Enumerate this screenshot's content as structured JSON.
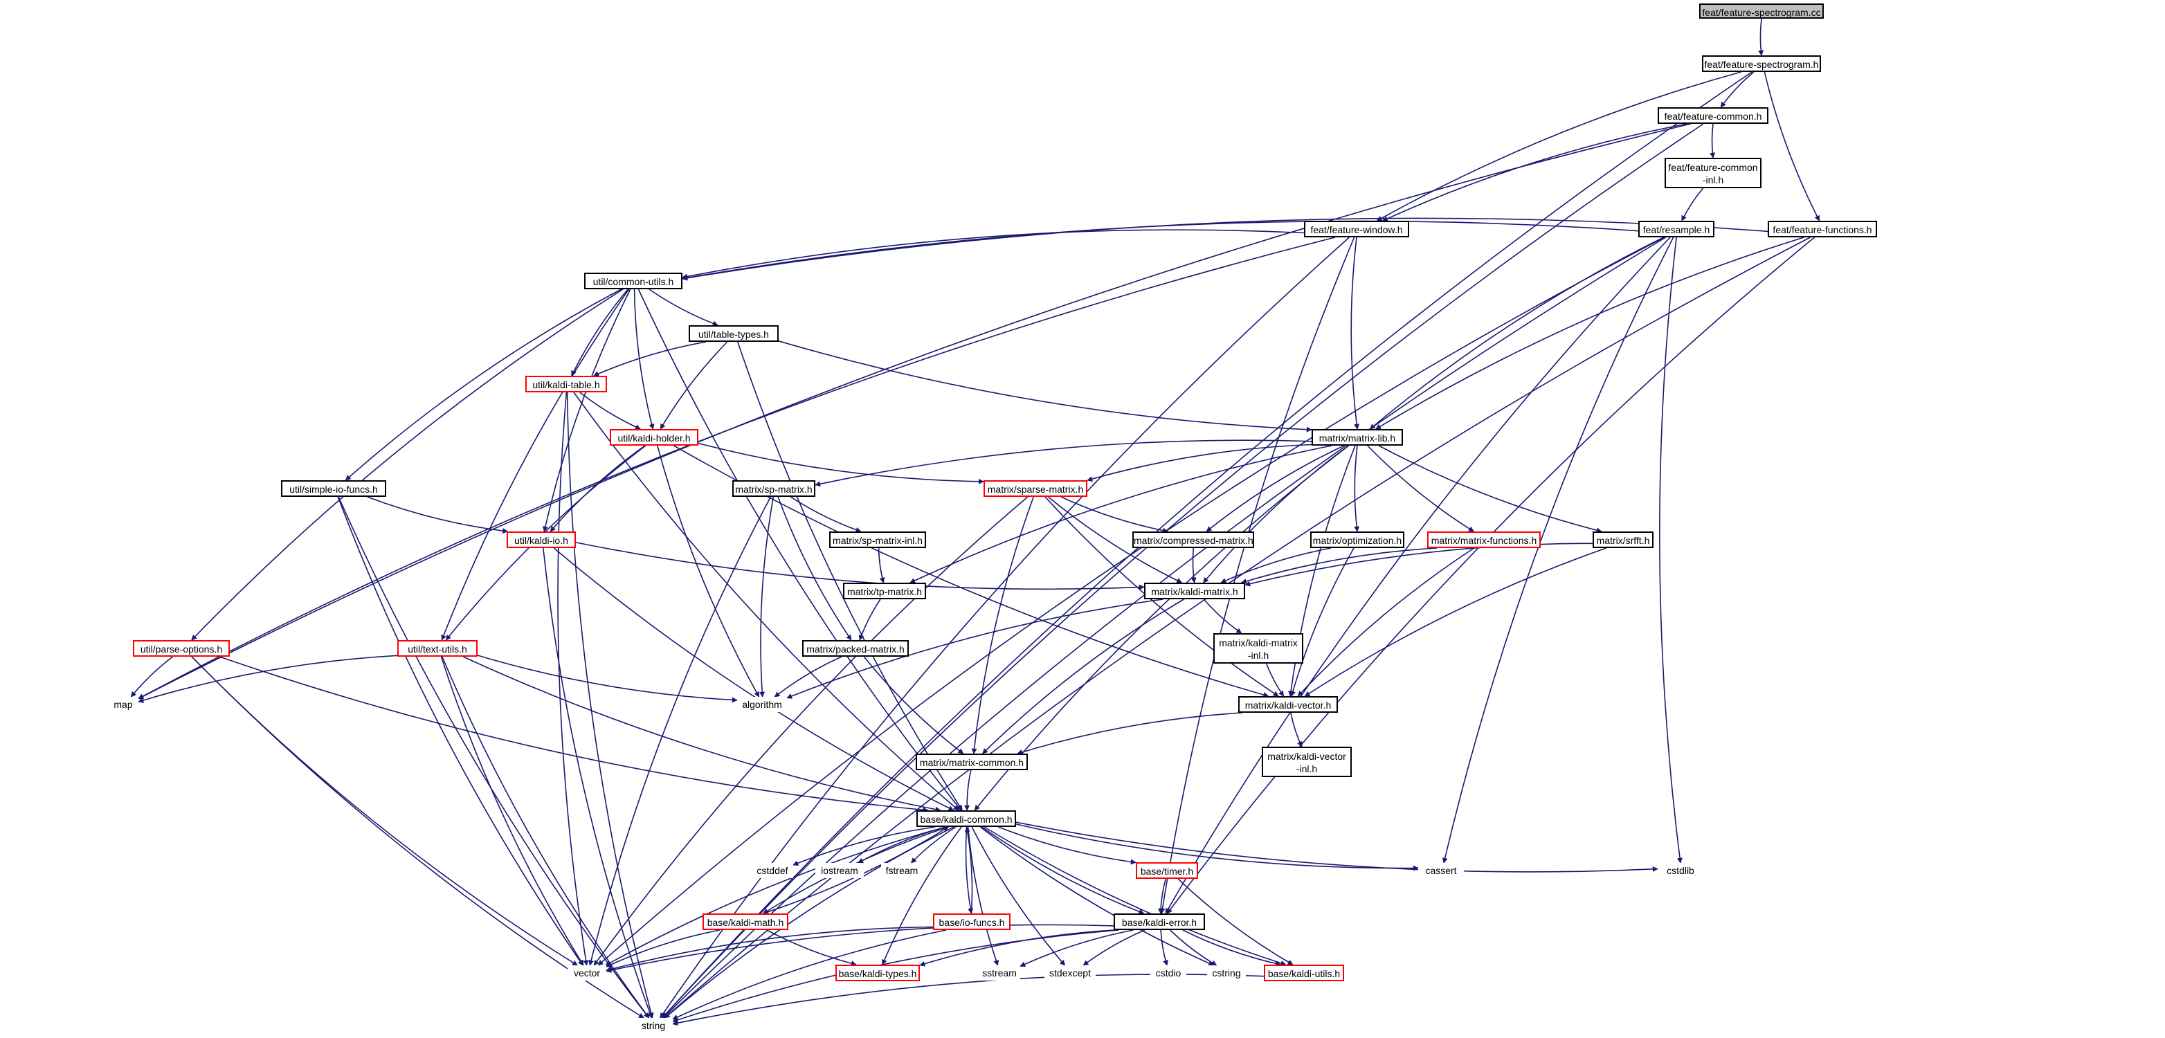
{
  "colors": {
    "edge": "#191970",
    "node_border": "#000000",
    "highlight_border": "#ff0000",
    "system_border": "#bfbfbf",
    "root_fill": "#bfbfbf"
  },
  "nodes": [
    {
      "id": "root",
      "label": "feat/feature-spectrogram.cc",
      "kind": "root"
    },
    {
      "id": "spec_h",
      "label": "feat/feature-spectrogram.h",
      "kind": "normal"
    },
    {
      "id": "fcommon",
      "label": "feat/feature-common.h",
      "kind": "normal"
    },
    {
      "id": "fcommon_inl",
      "label": "feat/feature-common\n-inl.h",
      "kind": "normal"
    },
    {
      "id": "fwindow",
      "label": "feat/feature-window.h",
      "kind": "normal"
    },
    {
      "id": "resample",
      "label": "feat/resample.h",
      "kind": "normal"
    },
    {
      "id": "ffunctions",
      "label": "feat/feature-functions.h",
      "kind": "normal"
    },
    {
      "id": "common_utils",
      "label": "util/common-utils.h",
      "kind": "normal"
    },
    {
      "id": "table_types",
      "label": "util/table-types.h",
      "kind": "normal"
    },
    {
      "id": "kaldi_table",
      "label": "util/kaldi-table.h",
      "kind": "red"
    },
    {
      "id": "kaldi_holder",
      "label": "util/kaldi-holder.h",
      "kind": "red"
    },
    {
      "id": "simple_io",
      "label": "util/simple-io-funcs.h",
      "kind": "normal"
    },
    {
      "id": "kaldi_io",
      "label": "util/kaldi-io.h",
      "kind": "red"
    },
    {
      "id": "parse_options",
      "label": "util/parse-options.h",
      "kind": "red"
    },
    {
      "id": "text_utils",
      "label": "util/text-utils.h",
      "kind": "red"
    },
    {
      "id": "map",
      "label": "map",
      "kind": "system"
    },
    {
      "id": "algorithm",
      "label": "algorithm",
      "kind": "system"
    },
    {
      "id": "matrix_lib",
      "label": "matrix/matrix-lib.h",
      "kind": "normal"
    },
    {
      "id": "sp_matrix",
      "label": "matrix/sp-matrix.h",
      "kind": "normal"
    },
    {
      "id": "sparse_matrix",
      "label": "matrix/sparse-matrix.h",
      "kind": "red"
    },
    {
      "id": "sp_matrix_inl",
      "label": "matrix/sp-matrix-inl.h",
      "kind": "normal"
    },
    {
      "id": "compressed_matrix",
      "label": "matrix/compressed-matrix.h",
      "kind": "normal"
    },
    {
      "id": "optimization",
      "label": "matrix/optimization.h",
      "kind": "normal"
    },
    {
      "id": "matrix_functions",
      "label": "matrix/matrix-functions.h",
      "kind": "red"
    },
    {
      "id": "srfft",
      "label": "matrix/srfft.h",
      "kind": "normal"
    },
    {
      "id": "tp_matrix",
      "label": "matrix/tp-matrix.h",
      "kind": "normal"
    },
    {
      "id": "kaldi_matrix",
      "label": "matrix/kaldi-matrix.h",
      "kind": "normal"
    },
    {
      "id": "packed_matrix",
      "label": "matrix/packed-matrix.h",
      "kind": "normal"
    },
    {
      "id": "kaldi_matrix_inl",
      "label": "matrix/kaldi-matrix\n-inl.h",
      "kind": "normal"
    },
    {
      "id": "kaldi_vector",
      "label": "matrix/kaldi-vector.h",
      "kind": "normal"
    },
    {
      "id": "matrix_common",
      "label": "matrix/matrix-common.h",
      "kind": "normal"
    },
    {
      "id": "kaldi_vector_inl",
      "label": "matrix/kaldi-vector\n-inl.h",
      "kind": "normal"
    },
    {
      "id": "kaldi_common",
      "label": "base/kaldi-common.h",
      "kind": "normal"
    },
    {
      "id": "cstddef",
      "label": "cstddef",
      "kind": "system"
    },
    {
      "id": "iostream",
      "label": "iostream",
      "kind": "system"
    },
    {
      "id": "fstream",
      "label": "fstream",
      "kind": "system"
    },
    {
      "id": "timer",
      "label": "base/timer.h",
      "kind": "red"
    },
    {
      "id": "cassert",
      "label": "cassert",
      "kind": "system"
    },
    {
      "id": "cstdlib",
      "label": "cstdlib",
      "kind": "system"
    },
    {
      "id": "kaldi_math",
      "label": "base/kaldi-math.h",
      "kind": "red"
    },
    {
      "id": "io_funcs",
      "label": "base/io-funcs.h",
      "kind": "red"
    },
    {
      "id": "kaldi_error",
      "label": "base/kaldi-error.h",
      "kind": "normal"
    },
    {
      "id": "vector",
      "label": "vector",
      "kind": "system"
    },
    {
      "id": "kaldi_types",
      "label": "base/kaldi-types.h",
      "kind": "red"
    },
    {
      "id": "sstream",
      "label": "sstream",
      "kind": "system"
    },
    {
      "id": "stdexcept",
      "label": "stdexcept",
      "kind": "system"
    },
    {
      "id": "cstdio",
      "label": "cstdio",
      "kind": "system"
    },
    {
      "id": "cstring",
      "label": "cstring",
      "kind": "system"
    },
    {
      "id": "kaldi_utils",
      "label": "base/kaldi-utils.h",
      "kind": "red"
    },
    {
      "id": "string",
      "label": "string",
      "kind": "system"
    }
  ],
  "edges": [
    [
      "root",
      "spec_h"
    ],
    [
      "spec_h",
      "fcommon"
    ],
    [
      "spec_h",
      "fwindow"
    ],
    [
      "spec_h",
      "ffunctions"
    ],
    [
      "spec_h",
      "string"
    ],
    [
      "fcommon",
      "fcommon_inl"
    ],
    [
      "fcommon",
      "fwindow"
    ],
    [
      "fcommon",
      "map"
    ],
    [
      "fcommon",
      "string"
    ],
    [
      "fcommon_inl",
      "resample"
    ],
    [
      "fwindow",
      "common_utils"
    ],
    [
      "fwindow",
      "matrix_lib"
    ],
    [
      "fwindow",
      "kaldi_error"
    ],
    [
      "fwindow",
      "map"
    ],
    [
      "fwindow",
      "string"
    ],
    [
      "resample",
      "common_utils"
    ],
    [
      "resample",
      "matrix_lib"
    ],
    [
      "resample",
      "kaldi_error"
    ],
    [
      "resample",
      "cassert"
    ],
    [
      "resample",
      "cstdlib"
    ],
    [
      "resample",
      "vector"
    ],
    [
      "resample",
      "string"
    ],
    [
      "ffunctions",
      "common_utils"
    ],
    [
      "ffunctions",
      "matrix_lib"
    ],
    [
      "ffunctions",
      "kaldi_error"
    ],
    [
      "ffunctions",
      "string"
    ],
    [
      "common_utils",
      "table_types"
    ],
    [
      "common_utils",
      "kaldi_table"
    ],
    [
      "common_utils",
      "kaldi_holder"
    ],
    [
      "common_utils",
      "kaldi_io"
    ],
    [
      "common_utils",
      "simple_io"
    ],
    [
      "common_utils",
      "parse_options"
    ],
    [
      "common_utils",
      "text_utils"
    ],
    [
      "common_utils",
      "kaldi_common"
    ],
    [
      "table_types",
      "kaldi_table"
    ],
    [
      "table_types",
      "kaldi_holder"
    ],
    [
      "table_types",
      "matrix_lib"
    ],
    [
      "table_types",
      "kaldi_common"
    ],
    [
      "kaldi_table",
      "kaldi_holder"
    ],
    [
      "kaldi_table",
      "kaldi_common"
    ],
    [
      "kaldi_table",
      "vector"
    ],
    [
      "kaldi_table",
      "string"
    ],
    [
      "kaldi_holder",
      "kaldi_io"
    ],
    [
      "kaldi_holder",
      "text_utils"
    ],
    [
      "kaldi_holder",
      "sparse_matrix"
    ],
    [
      "kaldi_holder",
      "kaldi_vector"
    ],
    [
      "kaldi_holder",
      "algorithm"
    ],
    [
      "simple_io",
      "kaldi_io"
    ],
    [
      "simple_io",
      "vector"
    ],
    [
      "simple_io",
      "string"
    ],
    [
      "kaldi_io",
      "kaldi_matrix"
    ],
    [
      "kaldi_io",
      "kaldi_common"
    ],
    [
      "kaldi_io",
      "string"
    ],
    [
      "parse_options",
      "map"
    ],
    [
      "parse_options",
      "kaldi_common"
    ],
    [
      "parse_options",
      "vector"
    ],
    [
      "parse_options",
      "string"
    ],
    [
      "text_utils",
      "map"
    ],
    [
      "text_utils",
      "algorithm"
    ],
    [
      "text_utils",
      "kaldi_common"
    ],
    [
      "text_utils",
      "vector"
    ],
    [
      "text_utils",
      "string"
    ],
    [
      "matrix_lib",
      "sp_matrix"
    ],
    [
      "matrix_lib",
      "sparse_matrix"
    ],
    [
      "matrix_lib",
      "compressed_matrix"
    ],
    [
      "matrix_lib",
      "optimization"
    ],
    [
      "matrix_lib",
      "matrix_functions"
    ],
    [
      "matrix_lib",
      "srfft"
    ],
    [
      "matrix_lib",
      "tp_matrix"
    ],
    [
      "matrix_lib",
      "kaldi_matrix"
    ],
    [
      "matrix_lib",
      "kaldi_vector"
    ],
    [
      "matrix_lib",
      "kaldi_common"
    ],
    [
      "sp_matrix",
      "sp_matrix_inl"
    ],
    [
      "sp_matrix",
      "packed_matrix"
    ],
    [
      "sp_matrix",
      "algorithm"
    ],
    [
      "sp_matrix",
      "vector"
    ],
    [
      "sparse_matrix",
      "compressed_matrix"
    ],
    [
      "sparse_matrix",
      "kaldi_matrix"
    ],
    [
      "sparse_matrix",
      "kaldi_vector"
    ],
    [
      "sparse_matrix",
      "matrix_common"
    ],
    [
      "sparse_matrix",
      "vector"
    ],
    [
      "sp_matrix_inl",
      "tp_matrix"
    ],
    [
      "compressed_matrix",
      "kaldi_matrix"
    ],
    [
      "optimization",
      "kaldi_matrix"
    ],
    [
      "optimization",
      "kaldi_vector"
    ],
    [
      "matrix_functions",
      "kaldi_matrix"
    ],
    [
      "matrix_functions",
      "kaldi_vector"
    ],
    [
      "srfft",
      "kaldi_matrix"
    ],
    [
      "srfft",
      "kaldi_vector"
    ],
    [
      "tp_matrix",
      "packed_matrix"
    ],
    [
      "kaldi_matrix",
      "kaldi_matrix_inl"
    ],
    [
      "kaldi_matrix",
      "matrix_common"
    ],
    [
      "kaldi_matrix",
      "algorithm"
    ],
    [
      "packed_matrix",
      "matrix_common"
    ],
    [
      "packed_matrix",
      "algorithm"
    ],
    [
      "kaldi_matrix_inl",
      "kaldi_vector"
    ],
    [
      "kaldi_vector",
      "kaldi_vector_inl"
    ],
    [
      "kaldi_vector",
      "matrix_common"
    ],
    [
      "matrix_common",
      "kaldi_common"
    ],
    [
      "kaldi_common",
      "cstddef"
    ],
    [
      "kaldi_common",
      "iostream"
    ],
    [
      "kaldi_common",
      "fstream"
    ],
    [
      "kaldi_common",
      "timer"
    ],
    [
      "kaldi_common",
      "cassert"
    ],
    [
      "kaldi_common",
      "cstdlib"
    ],
    [
      "kaldi_common",
      "kaldi_math"
    ],
    [
      "kaldi_common",
      "io_funcs"
    ],
    [
      "kaldi_common",
      "kaldi_error"
    ],
    [
      "kaldi_common",
      "kaldi_types"
    ],
    [
      "kaldi_common",
      "kaldi_utils"
    ],
    [
      "kaldi_common",
      "vector"
    ],
    [
      "kaldi_common",
      "string"
    ],
    [
      "kaldi_common",
      "sstream"
    ],
    [
      "kaldi_common",
      "stdexcept"
    ],
    [
      "kaldi_common",
      "cstring"
    ],
    [
      "timer",
      "kaldi_error"
    ],
    [
      "timer",
      "kaldi_utils"
    ],
    [
      "kaldi_math",
      "kaldi_common"
    ],
    [
      "kaldi_math",
      "kaldi_types"
    ],
    [
      "kaldi_math",
      "vector"
    ],
    [
      "io_funcs",
      "kaldi_common"
    ],
    [
      "io_funcs",
      "vector"
    ],
    [
      "io_funcs",
      "string"
    ],
    [
      "kaldi_error",
      "kaldi_types"
    ],
    [
      "kaldi_error",
      "kaldi_utils"
    ],
    [
      "kaldi_error",
      "vector"
    ],
    [
      "kaldi_error",
      "sstream"
    ],
    [
      "kaldi_error",
      "stdexcept"
    ],
    [
      "kaldi_error",
      "cstdio"
    ],
    [
      "kaldi_error",
      "cstring"
    ],
    [
      "kaldi_error",
      "string"
    ],
    [
      "kaldi_utils",
      "string"
    ]
  ]
}
